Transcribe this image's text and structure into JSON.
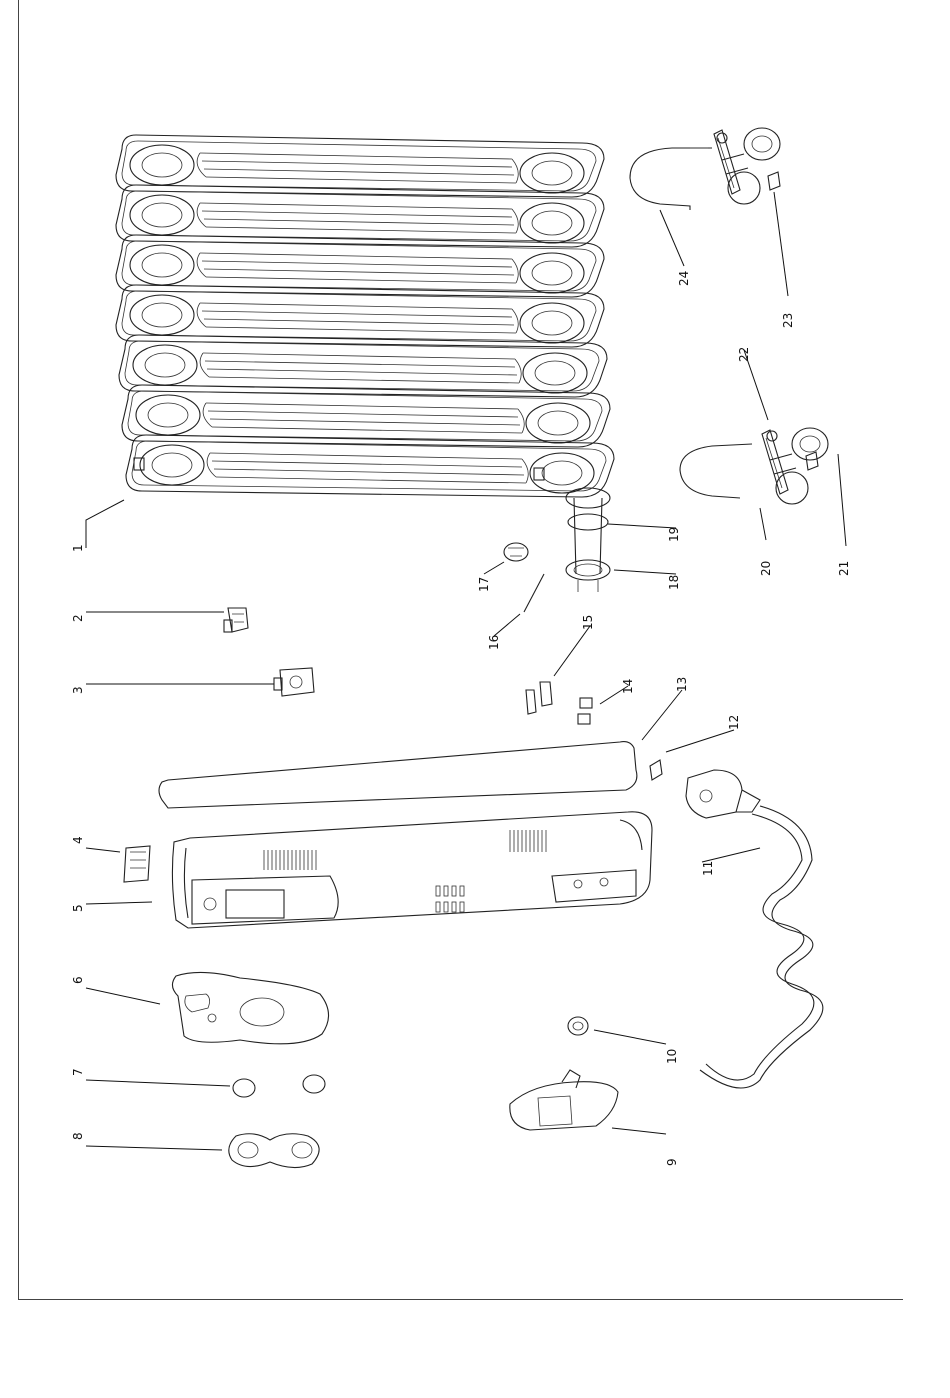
{
  "callouts": [
    {
      "id": "1",
      "text": "1"
    },
    {
      "id": "2",
      "text": "2"
    },
    {
      "id": "3",
      "text": "3"
    },
    {
      "id": "4",
      "text": "4"
    },
    {
      "id": "5",
      "text": "5"
    },
    {
      "id": "6",
      "text": "6"
    },
    {
      "id": "7",
      "text": "7"
    },
    {
      "id": "8",
      "text": "8"
    },
    {
      "id": "9",
      "text": "9"
    },
    {
      "id": "10",
      "text": "10"
    },
    {
      "id": "11",
      "text": "11"
    },
    {
      "id": "12",
      "text": "12"
    },
    {
      "id": "13",
      "text": "13"
    },
    {
      "id": "14",
      "text": "14"
    },
    {
      "id": "15",
      "text": "15"
    },
    {
      "id": "16",
      "text": "16"
    },
    {
      "id": "17",
      "text": "17"
    },
    {
      "id": "18",
      "text": "18"
    },
    {
      "id": "19",
      "text": "19"
    },
    {
      "id": "20",
      "text": "20"
    },
    {
      "id": "21",
      "text": "21"
    },
    {
      "id": "22",
      "text": "22"
    },
    {
      "id": "23",
      "text": "23"
    },
    {
      "id": "24",
      "text": "24"
    }
  ],
  "colors": {
    "line": "#222222",
    "background": "#ffffff"
  }
}
